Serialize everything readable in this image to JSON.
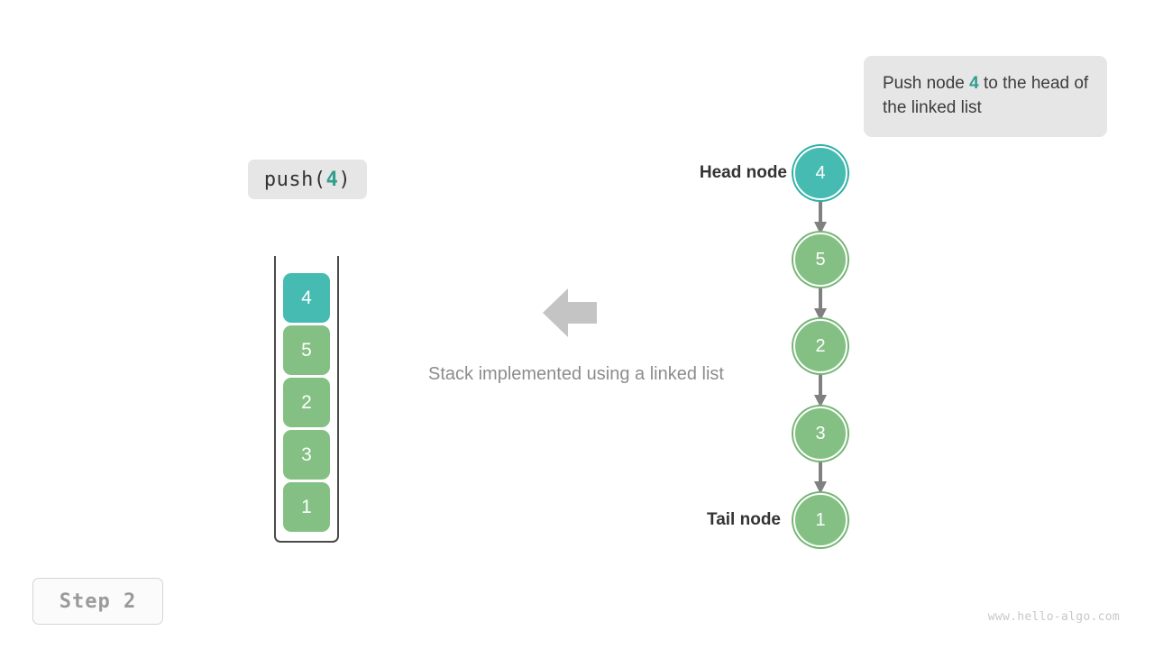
{
  "callout": {
    "text_before": "Push node ",
    "highlight": "4",
    "text_after": " to the head of the linked list"
  },
  "operation_chip": {
    "prefix": "push(",
    "argument": "4",
    "suffix": ")"
  },
  "stack": {
    "name": "array-stack-visualization",
    "cells": [
      {
        "value": "4",
        "accent": true
      },
      {
        "value": "5",
        "accent": false
      },
      {
        "value": "2",
        "accent": false
      },
      {
        "value": "3",
        "accent": false
      },
      {
        "value": "1",
        "accent": false
      }
    ]
  },
  "caption": "Stack implemented using a linked list",
  "linked_list": {
    "nodes": [
      {
        "value": "4",
        "accent": true
      },
      {
        "value": "5",
        "accent": false
      },
      {
        "value": "2",
        "accent": false
      },
      {
        "value": "3",
        "accent": false
      },
      {
        "value": "1",
        "accent": false
      }
    ],
    "head_label": "Head node",
    "tail_label": "Tail node"
  },
  "step_badge": "Step 2",
  "watermark": "www.hello-algo.com",
  "colors": {
    "accent_teal": "#45bbb1",
    "node_green": "#84c084",
    "chip_bg": "#e6e6e6",
    "arrow_gray": "#c4c4c4",
    "connector_gray": "#808080",
    "caption_gray": "#8c8c8c",
    "label_dark": "#333333"
  }
}
